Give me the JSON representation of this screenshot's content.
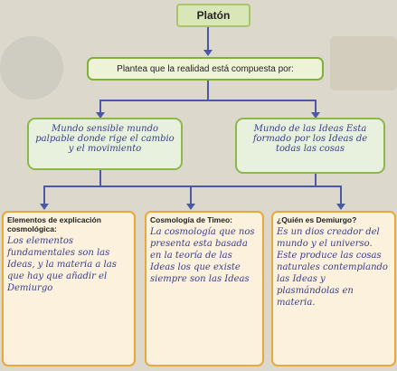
{
  "title": "Platón",
  "main_statement": "Plantea que la realidad está compuesta por:",
  "worlds": [
    {
      "text": "Mundo sensible mundo palpable donde rige el cambio y el movimiento"
    },
    {
      "text": "Mundo de las Ideas Esta formado por los Ideas de todas las cosas"
    }
  ],
  "bottom_boxes": [
    {
      "heading": "Elementos de explicación cosmológica:",
      "answer": "Los elementos fundamentales son las Ideas, y la materia a las que hay que añadir el Demiurgo"
    },
    {
      "heading": "Cosmología de Timeo:",
      "answer": "La cosmología que nos presenta esta basada en la teoría de las Ideas los que existe siempre son las Ideas"
    },
    {
      "heading": "¿Quién es Demiurgo?",
      "answer": "Es un dios creador del mundo y el universo. Este produce las cosas naturales contemplando las Ideas y plasmándolas en materia."
    }
  ]
}
